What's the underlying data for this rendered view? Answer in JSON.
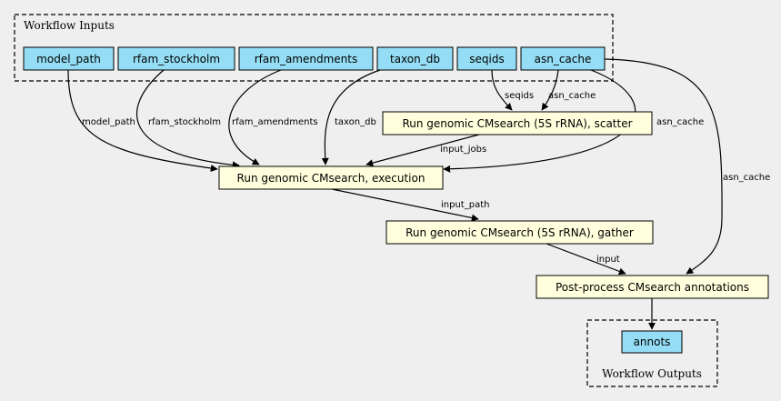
{
  "clusters": {
    "inputs": {
      "label": "Workflow Inputs"
    },
    "outputs": {
      "label": "Workflow Outputs"
    }
  },
  "nodes": {
    "model_path": "model_path",
    "rfam_stockholm": "rfam_stockholm",
    "rfam_amendments": "rfam_amendments",
    "taxon_db": "taxon_db",
    "seqids": "seqids",
    "asn_cache": "asn_cache",
    "scatter": "Run genomic CMsearch (5S rRNA), scatter",
    "execution": "Run genomic CMsearch, execution",
    "gather": "Run genomic CMsearch (5S rRNA), gather",
    "postprocess": "Post-process CMsearch annotations",
    "annots": "annots"
  },
  "edges": {
    "model_path": "model_path",
    "rfam_stockholm": "rfam_stockholm",
    "rfam_amendments": "rfam_amendments",
    "taxon_db": "taxon_db",
    "seqids": "seqids",
    "asn_cache_scatter": "asn_cache",
    "asn_cache_exec": "asn_cache",
    "asn_cache_post": "asn_cache",
    "input_jobs": "input_jobs",
    "input_path": "input_path",
    "input": "input"
  },
  "colors": {
    "background": "#efefef",
    "input_node": "#94ddf4",
    "step_node": "#ffffdd"
  }
}
